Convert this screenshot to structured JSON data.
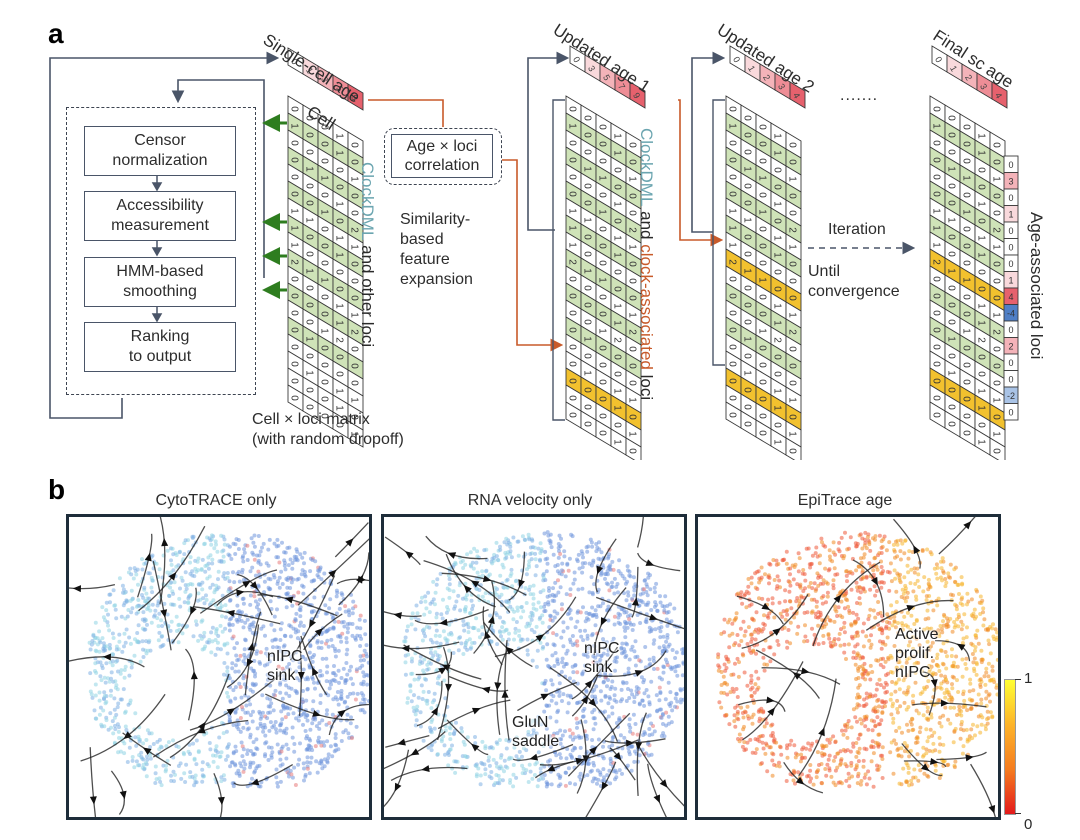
{
  "panel_a": {
    "letter": "a",
    "pipeline_steps": [
      {
        "line1": "Censor",
        "line2": "normalization"
      },
      {
        "line1": "Accessibility",
        "line2": "measurement"
      },
      {
        "line1": "HMM-based",
        "line2": "smoothing"
      },
      {
        "line1": "Ranking",
        "line2": "to output"
      }
    ],
    "single_cell_age": {
      "title": "Single-cell age",
      "values": [
        "0",
        "1",
        "3",
        "5",
        "9"
      ]
    },
    "updated_age_1": {
      "title": "Updated age 1",
      "values": [
        "0",
        "3",
        "5",
        "7",
        "9"
      ]
    },
    "updated_age_2": {
      "title": "Updated age 2",
      "values": [
        "0",
        "1",
        "2",
        "3",
        "4"
      ]
    },
    "final_age": {
      "title": "Final sc age",
      "values": [
        "0",
        "1",
        "2",
        "3",
        "4"
      ]
    },
    "ellipsis": ".......",
    "cell_label": "Cell",
    "matrix_caption_line1": "Cell × loci matrix",
    "matrix_caption_line2": "(with random dropoff)",
    "age_loci_box": {
      "line1": "Age × loci",
      "line2": "correlation"
    },
    "feature_expansion": [
      "Similarity-",
      "based",
      "feature",
      "expansion"
    ],
    "vlabel1": {
      "part_clock": "ClockDML",
      "part_rest": " and other loci"
    },
    "vlabel2": {
      "part_clock": "ClockDML",
      "part_and": " and ",
      "part_orange": "clock-associated",
      "part_loci": " loci"
    },
    "iteration": "Iteration",
    "until": [
      "Until",
      "convergence"
    ],
    "age_associated_loci_label": "Age-associated loci",
    "age_associated_values": [
      "0",
      "3",
      "0",
      "1",
      "0",
      "0",
      "0",
      "1",
      "4",
      "-4",
      "0",
      "2",
      "0",
      "0",
      "-2",
      "0"
    ],
    "matrix_rows": [
      [
        "0",
        "0",
        "0",
        "1",
        "0"
      ],
      [
        "1",
        "0",
        "0",
        "1",
        "0"
      ],
      [
        "0",
        "0",
        "0",
        "0",
        "1"
      ],
      [
        "0",
        "1",
        "1",
        "0",
        "0"
      ],
      [
        "0",
        "0",
        "0",
        "1",
        "0"
      ],
      [
        "0",
        "0",
        "1",
        "0",
        "2"
      ],
      [
        "1",
        "1",
        "0",
        "1",
        "1"
      ],
      [
        "1",
        "0",
        "0",
        "1",
        "0"
      ],
      [
        "1",
        "0",
        "0",
        "0",
        "0"
      ],
      [
        "2",
        "1",
        "1",
        "0",
        "0"
      ],
      [
        "0",
        "0",
        "0",
        "1",
        "1"
      ],
      [
        "0",
        "0",
        "0",
        "1",
        "2"
      ],
      [
        "0",
        "0",
        "1",
        "2",
        "0"
      ],
      [
        "0",
        "1",
        "0",
        "0",
        "0"
      ],
      [
        "0",
        "0",
        "0",
        "0",
        "0"
      ],
      [
        "0",
        "1",
        "0",
        "1",
        "1"
      ],
      [
        "0",
        "0",
        "0",
        "1",
        "0"
      ],
      [
        "0",
        "0",
        "0",
        "0",
        "1"
      ]
    ],
    "colors": {
      "green_row": "#cfe3b8",
      "yellow_row": "#f2c12e",
      "arrow_green": "#2e7d1f",
      "line_orange": "#c85a2a",
      "line_gray": "#4a5568"
    }
  },
  "panel_b": {
    "letter": "b",
    "plots": [
      {
        "title": "CytoTRACE only",
        "annotations": [
          [
            "nIPC",
            "sink"
          ]
        ]
      },
      {
        "title": "RNA velocity only",
        "annotations": [
          [
            "nIPC",
            "sink"
          ],
          [
            "GluN",
            "saddle"
          ]
        ]
      },
      {
        "title": "EpiTrace age",
        "annotations": [
          [
            "Active",
            "prolif.",
            "nIPC"
          ]
        ]
      }
    ],
    "colorbar": {
      "max_label": "1",
      "min_label": "0",
      "low_color": "#e31a1c",
      "high_color": "#ffff33"
    }
  }
}
